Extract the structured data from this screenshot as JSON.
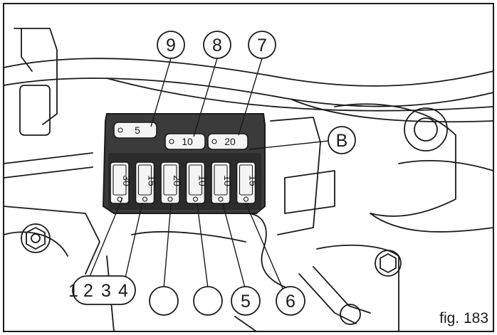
{
  "figure_label": "fig. 183",
  "fuses": {
    "lower": [
      {
        "id": "fuse-1",
        "rating": "30"
      },
      {
        "id": "fuse-2",
        "rating": "15"
      },
      {
        "id": "fuse-3",
        "rating": "20"
      },
      {
        "id": "fuse-4",
        "rating": "10"
      },
      {
        "id": "fuse-5",
        "rating": "10"
      },
      {
        "id": "fuse-6",
        "rating": "15"
      }
    ],
    "upper": [
      {
        "id": "fuse-9",
        "rating": "5"
      },
      {
        "id": "fuse-8",
        "rating": "10"
      },
      {
        "id": "fuse-7",
        "rating": "20"
      }
    ]
  },
  "callouts": {
    "top": [
      "9",
      "8",
      "7"
    ],
    "side": "B",
    "bottom": [
      "1",
      "2",
      "3",
      "4",
      "",
      "",
      "5",
      "6"
    ]
  },
  "colors": {
    "line": "#1a1a1a",
    "fuse_box": "#3b3b3b",
    "fuse_body": "#f4f4f4",
    "background": "#ffffff"
  }
}
